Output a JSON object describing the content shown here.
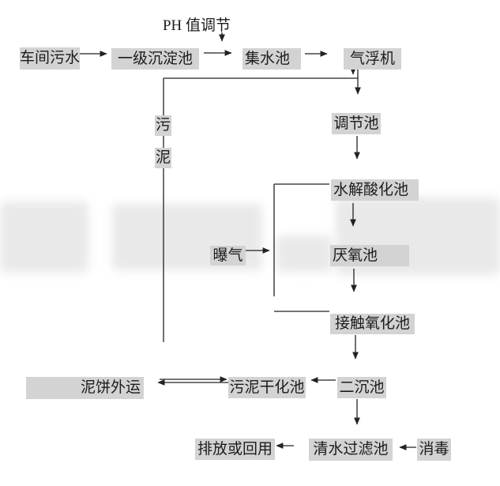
{
  "diagram": {
    "type": "flowchart",
    "language": "zh-CN",
    "nodes": {
      "ph_adjust": "PH 值调节",
      "workshop_wastewater": "车间污水",
      "primary_sedimentation": "一级沉淀池",
      "collecting_tank": "集水池",
      "air_flotation": "气浮机",
      "regulating_tank": "调节池",
      "hydrolysis_acidification": "水解酸化池",
      "anaerobic_tank": "厌氧池",
      "aeration": "曝气",
      "contact_oxidation": "接触氧化池",
      "secondary_sedimentation": "二沉池",
      "sludge_drying": "污泥干化池",
      "sludge_cake_transport": "泥饼外运",
      "discharge_or_reuse": "排放或回用",
      "clear_water_filter": "清水过滤池",
      "disinfection": "消毒",
      "sludge_char_top": "污",
      "sludge_char_bottom": "泥"
    },
    "edges": [
      {
        "from": "车间污水",
        "to": "一级沉淀池"
      },
      {
        "from": "PH 值调节",
        "to": "一级沉淀池→集水池 流程线"
      },
      {
        "from": "一级沉淀池",
        "to": "集水池"
      },
      {
        "from": "集水池",
        "to": "气浮机"
      },
      {
        "from": "气浮机",
        "to": "调节池"
      },
      {
        "from": "气浮机",
        "to": "污泥 (泥饼外运方向)"
      },
      {
        "from": "调节池",
        "to": "水解酸化池"
      },
      {
        "from": "水解酸化池",
        "to": "厌氧池"
      },
      {
        "from": "曝气",
        "to": "回流/供气管线"
      },
      {
        "from": "厌氧池",
        "to": "接触氧化池"
      },
      {
        "from": "接触氧化池",
        "to": "二沉池"
      },
      {
        "from": "二沉池",
        "to": "污泥干化池"
      },
      {
        "from": "污泥干化池",
        "to": "泥饼外运",
        "style": "double-arrow"
      },
      {
        "from": "二沉池",
        "to": "清水过滤池"
      },
      {
        "from": "消毒",
        "to": "清水过滤池"
      },
      {
        "from": "清水过滤池",
        "to": "排放或回用"
      }
    ],
    "colors": {
      "label_background": "#d3d3d3",
      "text": "#1c1c1c",
      "line": "#222222",
      "page_background": "#ffffff",
      "watermark": "#e9e9e9"
    }
  }
}
